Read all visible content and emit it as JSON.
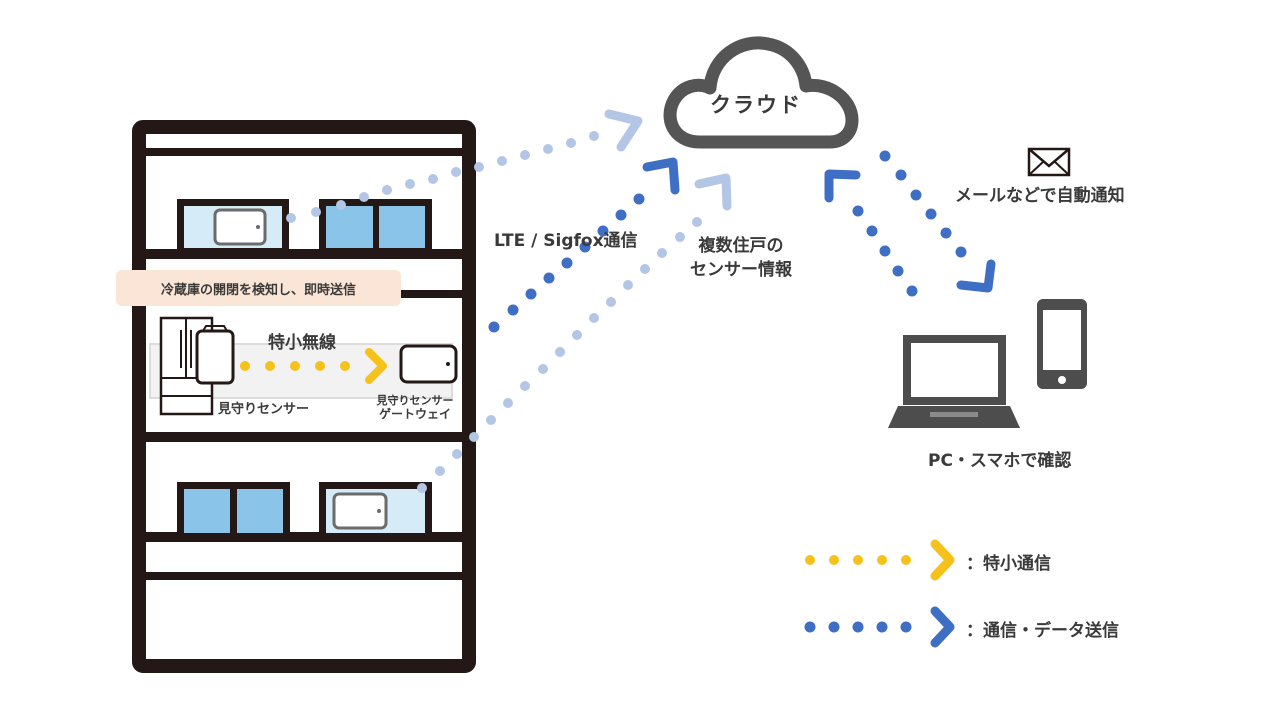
{
  "labels": {
    "cloud": "クラウド",
    "lte": "LTE / Sigfox通信",
    "multi_line1": "複数住戸の",
    "multi_line2": "センサー情報",
    "mail": "メールなどで自動通知",
    "pc_phone": "PC・スマホで確認",
    "callout": "冷蔵庫の開閉を検知し、即時送信",
    "tokusho": "特小無線",
    "sensor": "見守りセンサー",
    "gateway_line1": "見守りセンサー",
    "gateway_line2": "ゲートウェイ"
  },
  "legend": [
    {
      "text": "：特小通信",
      "color": "#f5c11a"
    },
    {
      "text": "：通信・データ送信",
      "color": "#3f6fc4"
    }
  ],
  "colors": {
    "building": "#231815",
    "window_blue": "#8ac4e8",
    "window_light": "#d6ebf8",
    "yellow": "#f5c11a",
    "blue_dark": "#3f6fc4",
    "blue_light": "#b3c6e6",
    "cloud_stroke": "#555555",
    "device": "#4d4d4d",
    "callout_bg": "#fbe5d6"
  },
  "icons": [
    "cloud-icon",
    "mail-icon",
    "laptop-icon",
    "smartphone-icon",
    "fridge-icon"
  ]
}
